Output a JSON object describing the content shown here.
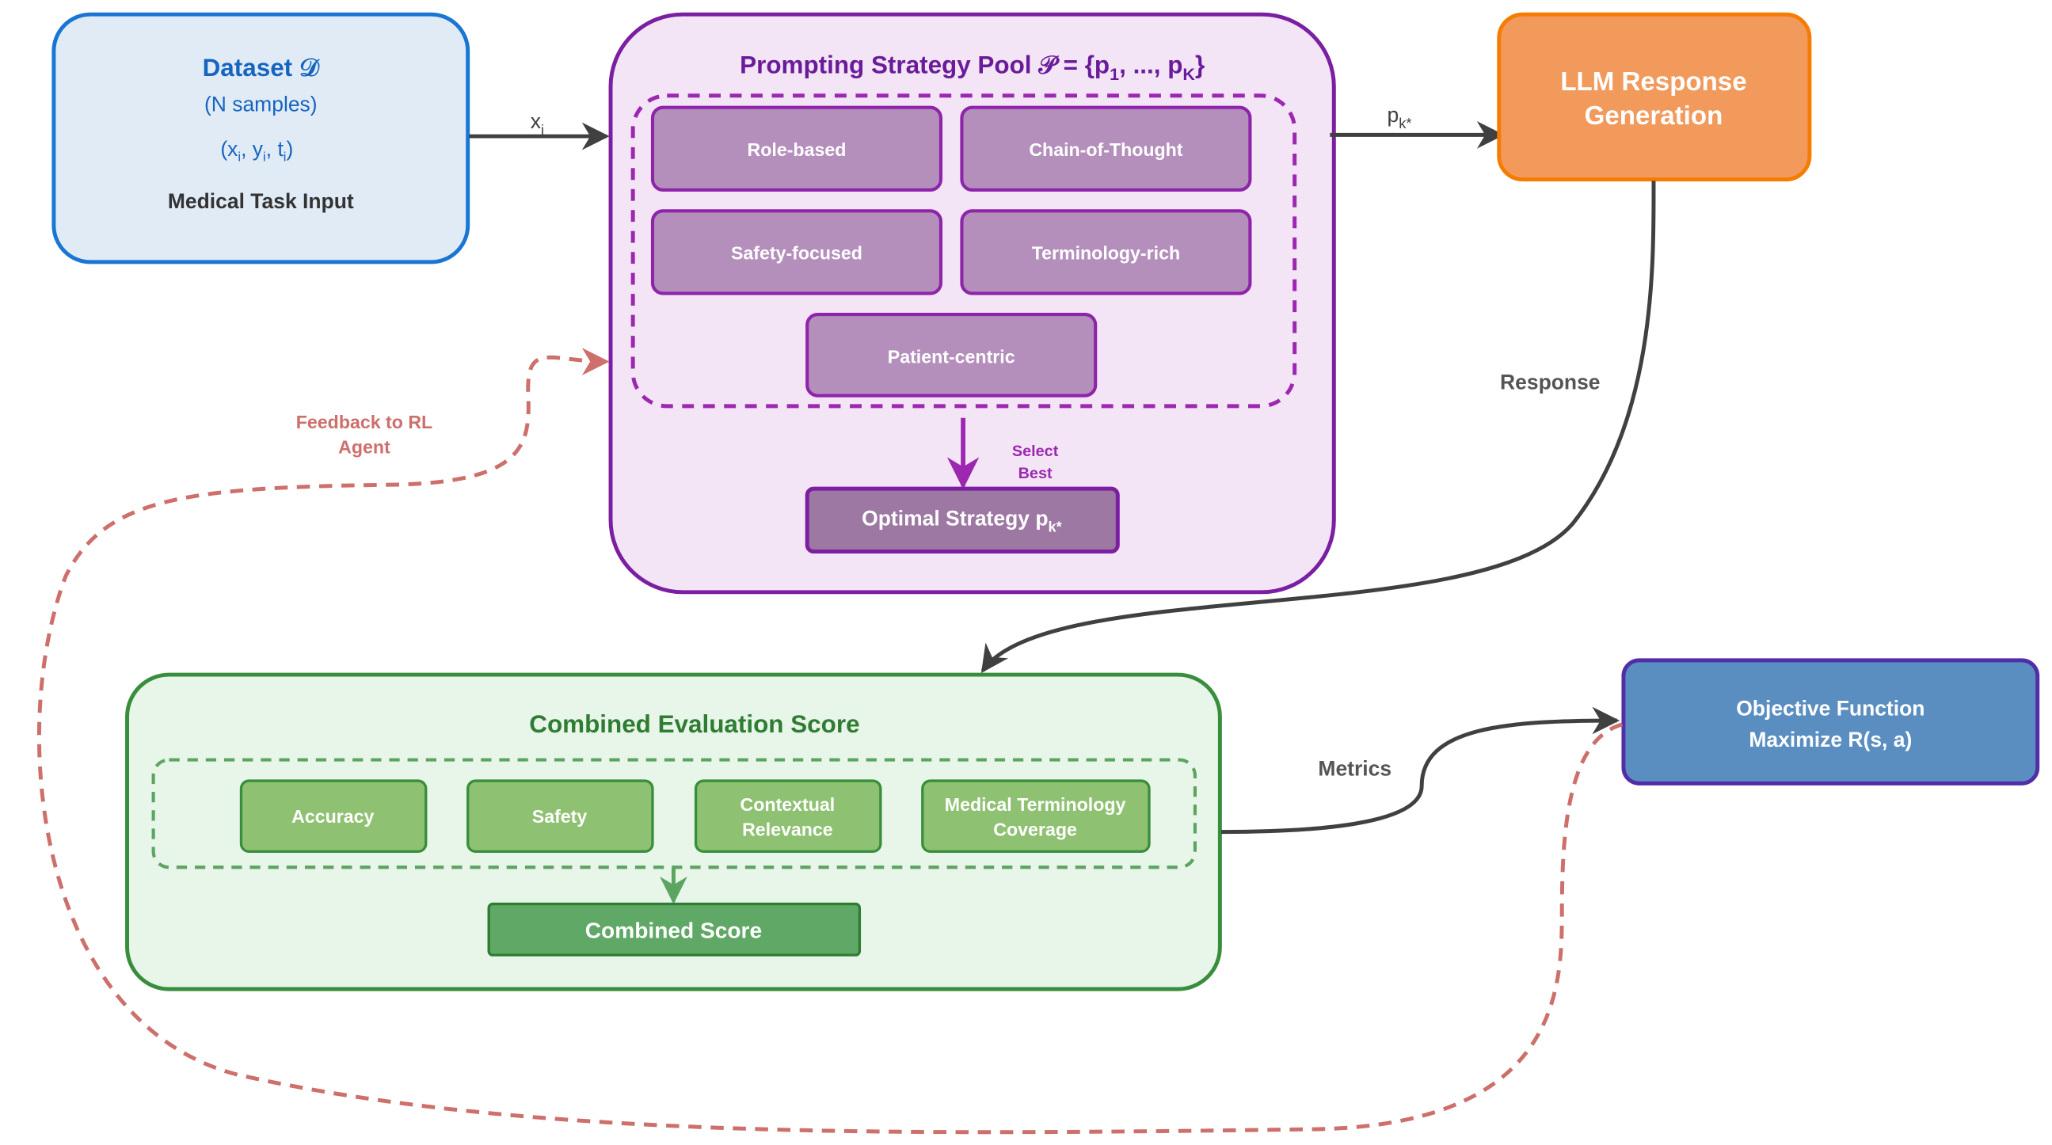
{
  "colors": {
    "dataset_border": "#1976D2",
    "dataset_fill": "#E1EBF6",
    "dataset_text": "#1565C0",
    "dark_text": "#333333",
    "pool_border": "#7B1FA2",
    "pool_fill": "#F3E5F5",
    "pool_title": "#6A1B9A",
    "strategy_fill": "#B48FBB",
    "strategy_border": "#8E24AA",
    "optimal_fill": "#9C78A3",
    "select_arrow": "#9C27B0",
    "llm_fill": "#F19A5C",
    "llm_border": "#F57C00",
    "eval_border": "#388E3C",
    "eval_fill": "#E8F5E9",
    "eval_title": "#2E7D32",
    "metric_fill": "#8FC172",
    "metric_border": "#388E3C",
    "combined_fill": "#60A865",
    "objective_fill": "#5A8EC0",
    "objective_border": "#512DA8",
    "feedback": "#CD6F6B",
    "arrow": "#404040"
  },
  "dataset": {
    "title": "Dataset 𝒟",
    "subtitle": "(N samples)",
    "tuple": {
      "x": "x",
      "y": "y",
      "t": "t",
      "sub": "i"
    },
    "label": "Medical Task Input"
  },
  "pool": {
    "title": "Prompting Strategy Pool 𝒫 = {p",
    "title_sub1": "1",
    "title_mid": ", ..., p",
    "title_subK": "K",
    "title_end": "}",
    "strategies": [
      "Role-based",
      "Chain-of-Thought",
      "Safety-focused",
      "Terminology-rich",
      "Patient-centric"
    ],
    "select_label": [
      "Select",
      "Best"
    ],
    "optimal": "Optimal Strategy p",
    "optimal_sub": "k*"
  },
  "llm": {
    "lines": [
      "LLM Response",
      "Generation"
    ]
  },
  "evaluation": {
    "title": "Combined Evaluation Score",
    "metrics": [
      [
        "Accuracy"
      ],
      [
        "Safety"
      ],
      [
        "Contextual",
        "Relevance"
      ],
      [
        "Medical Terminology",
        "Coverage"
      ]
    ],
    "combined": "Combined Score"
  },
  "objective": {
    "lines": [
      "Objective Function",
      "Maximize R(s, a)"
    ]
  },
  "edges": {
    "input_label": "x",
    "input_sub": "i",
    "strategy_label": "p",
    "strategy_sub": "k*",
    "response_label": "Response",
    "metrics_label": "Metrics",
    "feedback_label": [
      "Feedback to RL",
      "Agent"
    ]
  }
}
